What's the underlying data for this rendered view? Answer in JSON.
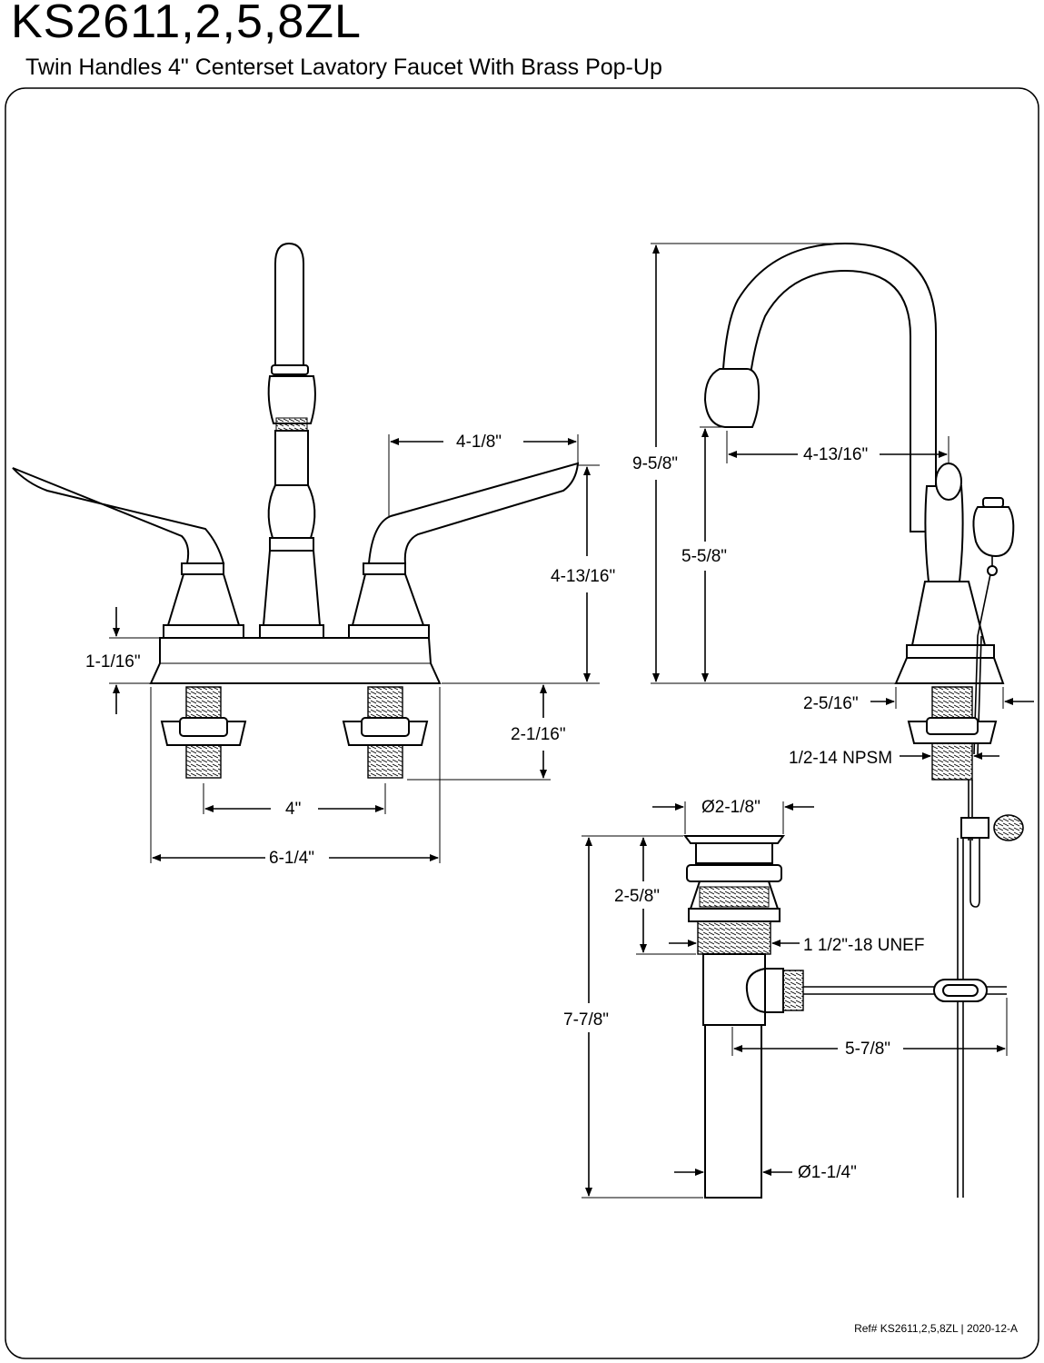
{
  "header": {
    "model": "KS2611,2,5,8ZL",
    "description": "Twin Handles 4\" Centerset Lavatory Faucet With Brass Pop-Up"
  },
  "dimensions": {
    "handle_spread": "4-1/8\"",
    "handle_height": "4-13/16\"",
    "base_height": "1-1/16\"",
    "shank_length": "2-1/16\"",
    "center_spacing": "4\"",
    "base_width": "6-1/4\"",
    "total_height": "9-5/8\"",
    "spout_reach": "4-13/16\"",
    "spout_height": "5-5/8\"",
    "base_depth": "2-5/16\"",
    "supply_thread": "1/2-14 NPSM",
    "drain_diameter": "Ø2-1/8\"",
    "drain_flange_height": "2-5/8\"",
    "drain_thread": "1 1/2\"-18 UNEF",
    "drain_total_height": "7-7/8\"",
    "lift_rod_reach": "5-7/8\"",
    "tailpiece_diameter": "Ø1-1/4\""
  },
  "footer": {
    "reference": "Ref# KS2611,2,5,8ZL | 2020-12-A"
  }
}
